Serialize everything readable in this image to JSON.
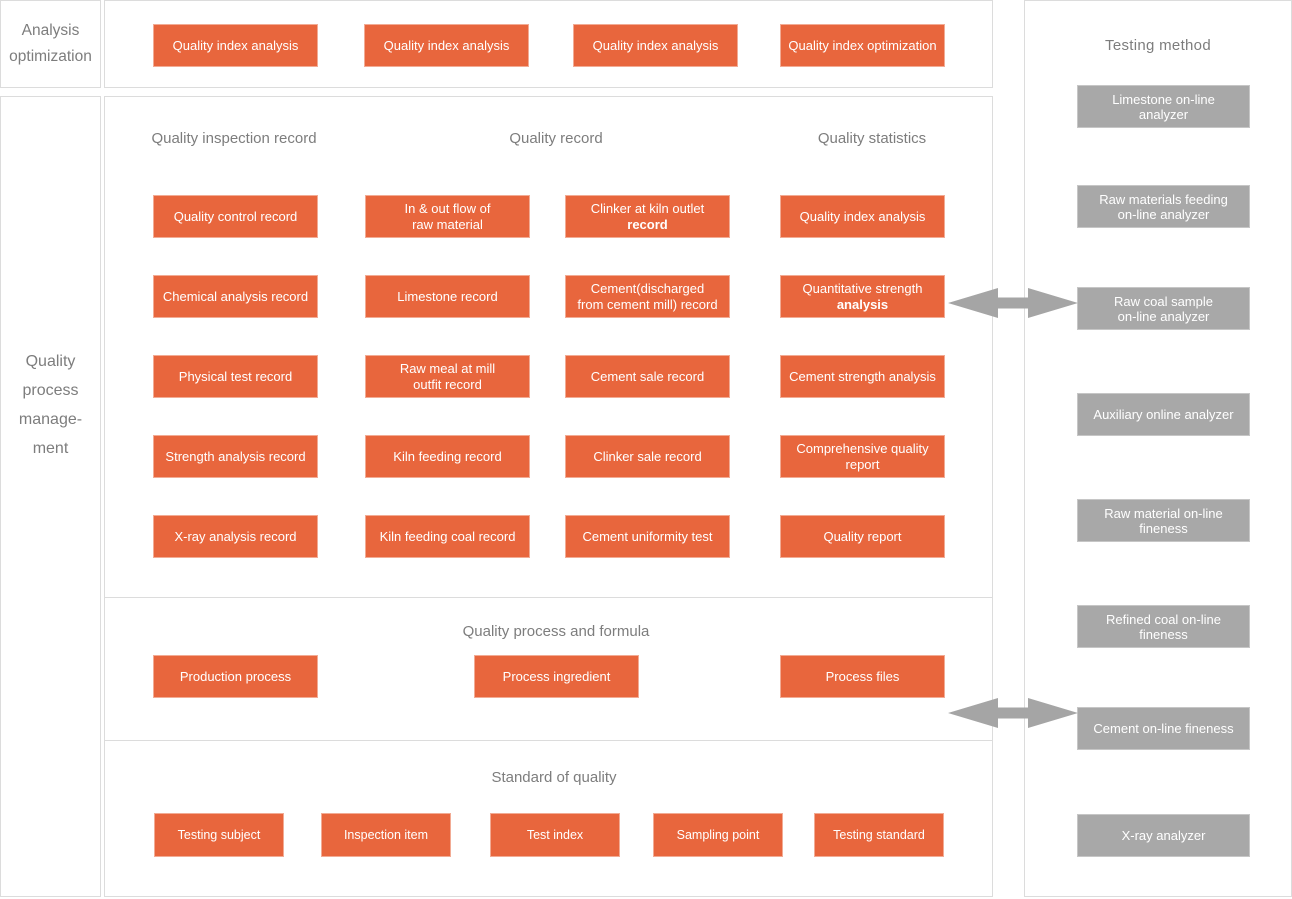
{
  "colors": {
    "orange": "#e8663d",
    "box_gray": "#a8a8a8",
    "border_gray": "#dcdcdc",
    "text_gray": "#7d7d7d",
    "arrow_gray": "#a5a5a5"
  },
  "top_section": {
    "label": "Analysis optimization",
    "buttons": [
      "Quality index analysis",
      "Quality index analysis",
      "Quality index analysis",
      "Quality index optimization"
    ]
  },
  "left_label": {
    "lines": [
      "Quality",
      "process",
      "manage-",
      "ment"
    ]
  },
  "records_section": {
    "headers": [
      "Quality inspection record",
      "Quality record",
      "Quality statistics"
    ],
    "grid": [
      [
        [
          "Quality control record"
        ],
        [
          "In & out flow of",
          "raw material"
        ],
        [
          "Clinker at kiln outlet",
          "record"
        ],
        [
          "Quality index analysis"
        ]
      ],
      [
        [
          "Chemical analysis record"
        ],
        [
          "Limestone record"
        ],
        [
          "Cement(discharged",
          "from cement mill) record"
        ],
        [
          "Quantitative strength",
          "analysis"
        ]
      ],
      [
        [
          "Physical test record"
        ],
        [
          "Raw meal at mill",
          "outfit record"
        ],
        [
          "Cement sale record"
        ],
        [
          "Cement strength analysis"
        ]
      ],
      [
        [
          "Strength analysis record"
        ],
        [
          "Kiln feeding record"
        ],
        [
          "Clinker sale record"
        ],
        [
          "Comprehensive quality",
          "report"
        ]
      ],
      [
        [
          "X-ray analysis record"
        ],
        [
          "Kiln feeding coal record"
        ],
        [
          "Cement uniformity test"
        ],
        [
          "Quality report"
        ]
      ]
    ]
  },
  "process_section": {
    "header": "Quality process and formula",
    "buttons": [
      "Production process",
      "Process ingredient",
      "Process files"
    ]
  },
  "standard_section": {
    "header": "Standard of quality",
    "buttons": [
      "Testing subject",
      "Inspection item",
      "Test index",
      "Sampling point",
      "Testing standard"
    ]
  },
  "testing_section": {
    "title": "Testing method",
    "boxes": [
      [
        "Limestone  on-line",
        "analyzer"
      ],
      [
        "Raw materials feeding",
        "on-line analyzer"
      ],
      [
        "Raw coal sample",
        "on-line analyzer"
      ],
      [
        "Auxiliary online analyzer"
      ],
      [
        "Raw material on-line",
        "fineness"
      ],
      [
        "Refined coal on-line",
        "fineness"
      ],
      [
        "Cement on-line fineness"
      ],
      [
        "X-ray analyzer"
      ]
    ]
  }
}
